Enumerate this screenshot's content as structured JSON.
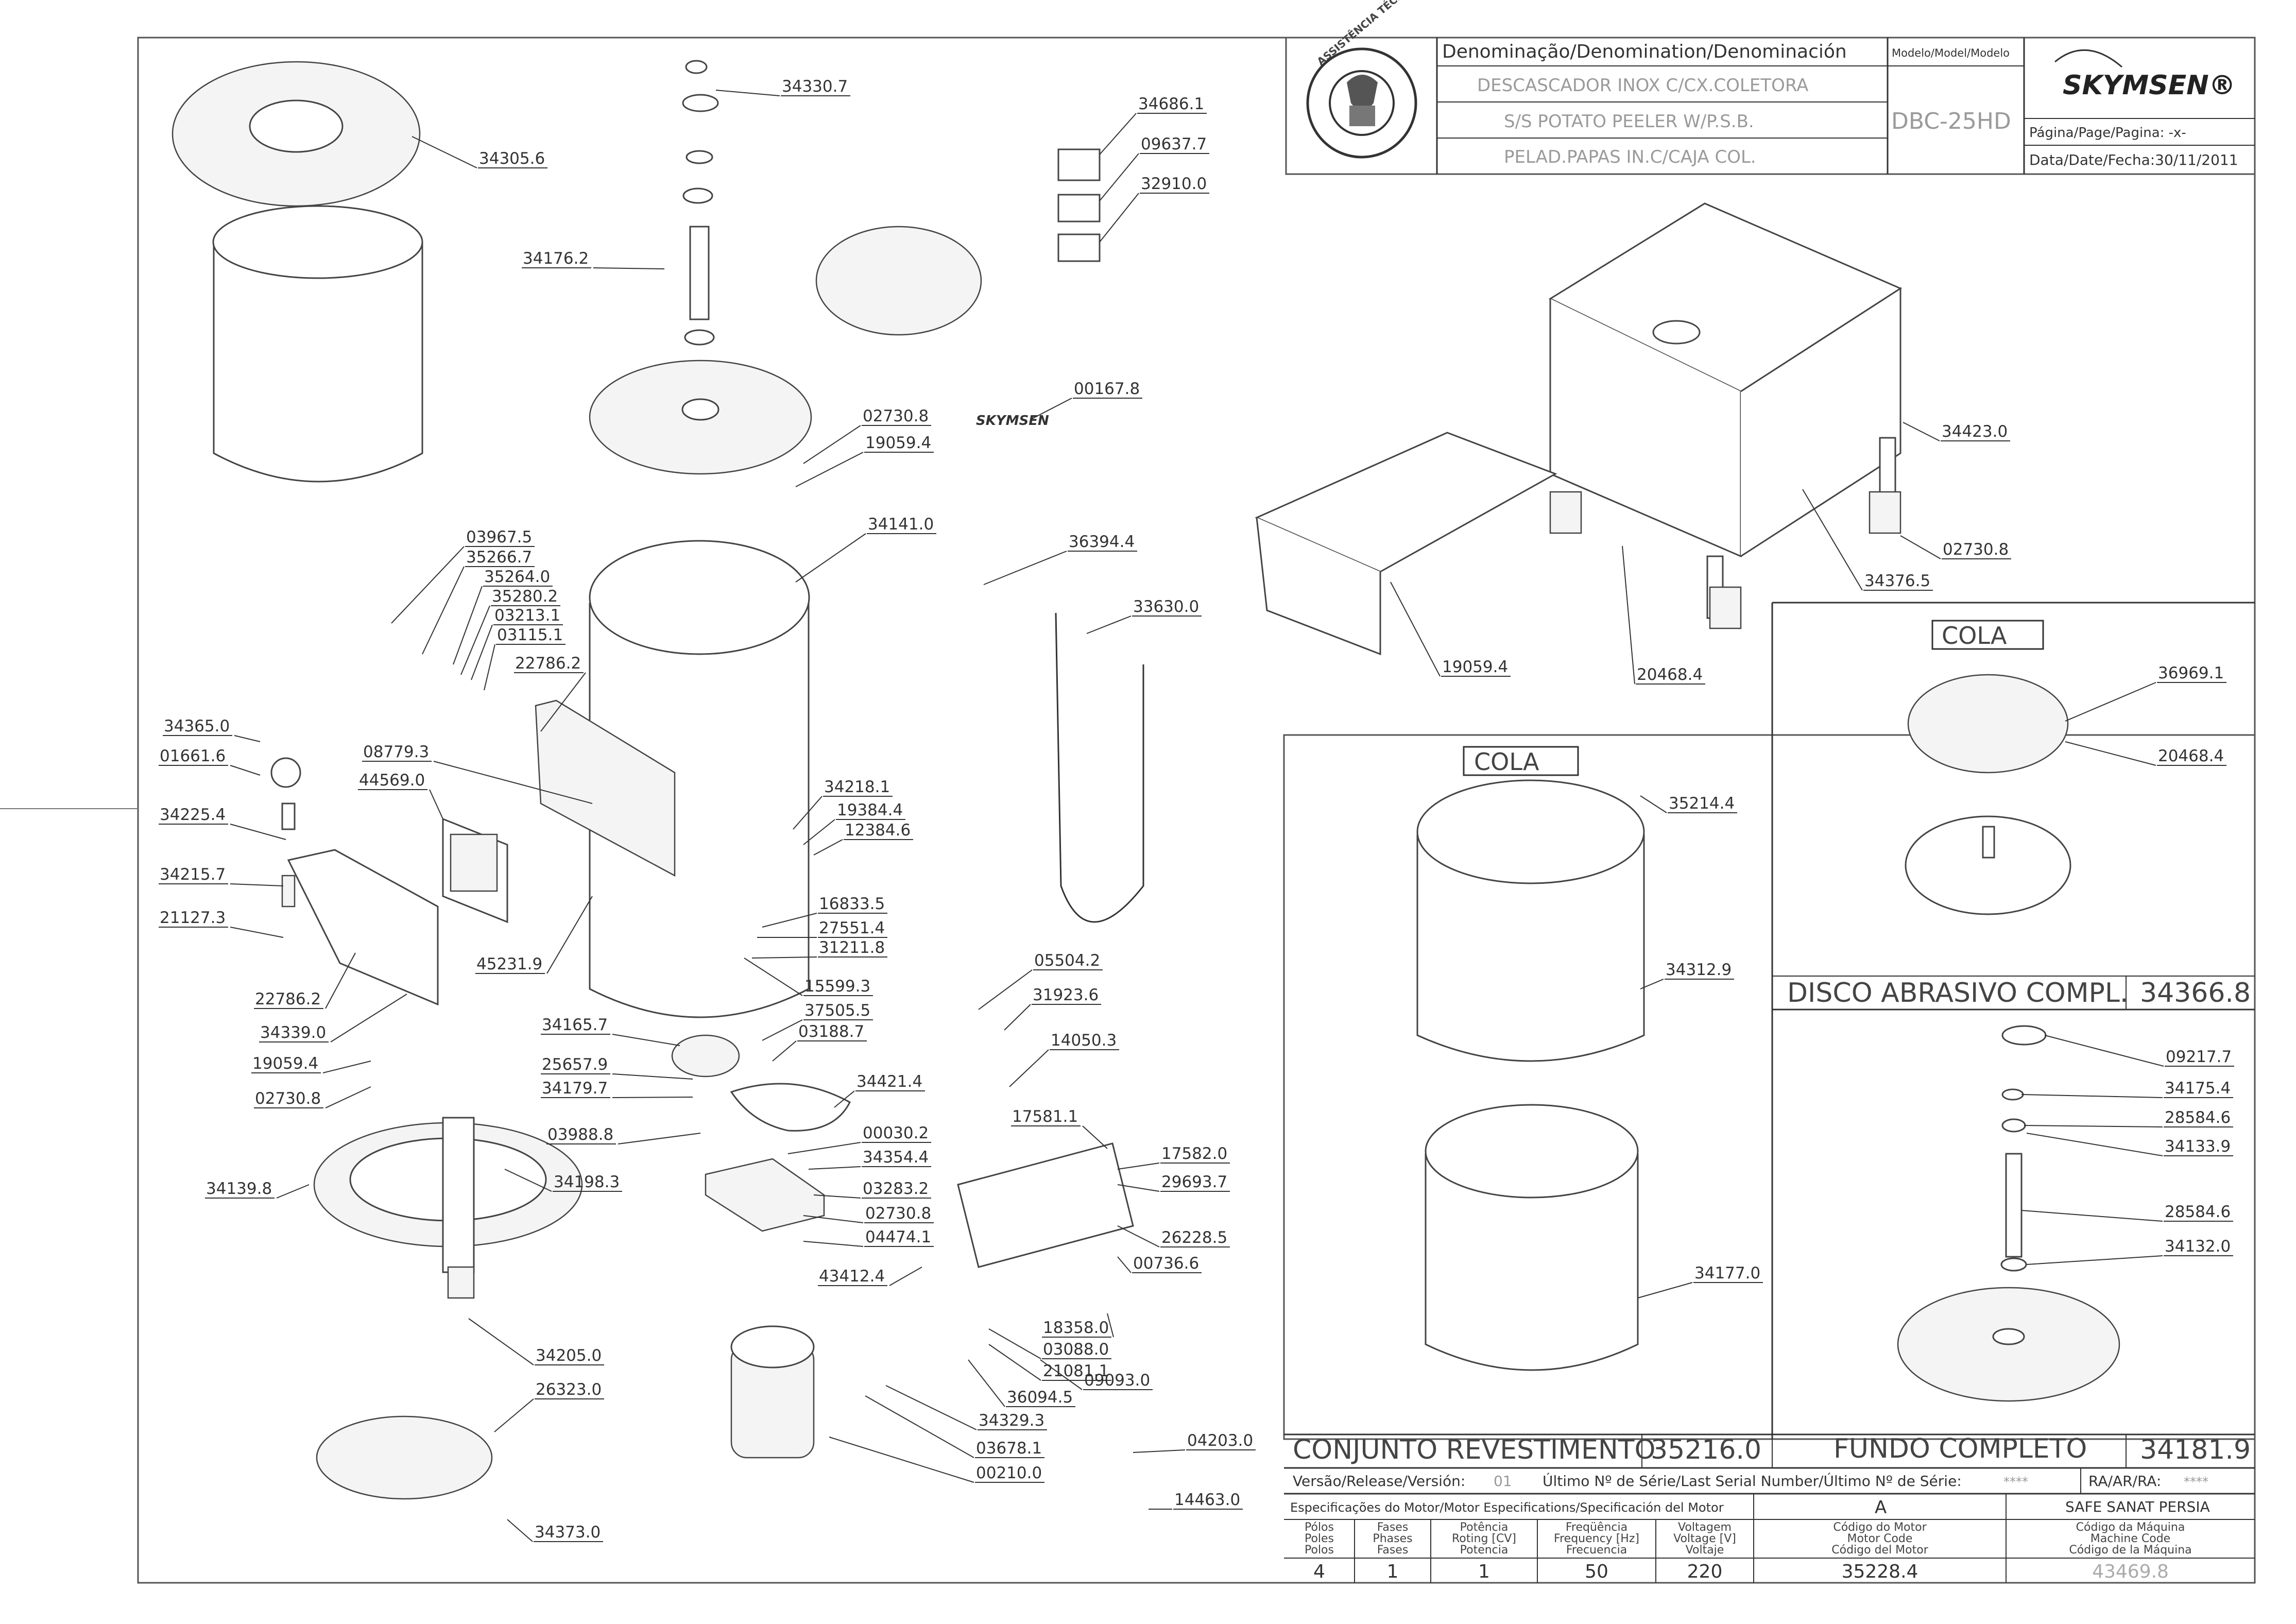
{
  "title_block": {
    "denomination_header": "Denominação/Denomination/Denominación",
    "model_header": "Modelo/Model/Modelo",
    "name_pt": "DESCASCADOR INOX C/CX.COLETORA",
    "name_en": "S/S POTATO PEELER W/P.S.B.",
    "name_es": "PELAD.PAPAS IN.C/CAJA COL.",
    "model": "DBC-25HD",
    "brand": "SKYMSEN®",
    "page": "Página/Page/Pagina: -x-",
    "date": "Data/Date/Fecha:30/11/2011",
    "seal_text": "ASSISTÊNCIA TÉCNICA AUTORIZADA"
  },
  "labels": [
    "34330.7",
    "34305.6",
    "34176.2",
    "34686.1",
    "09637.7",
    "32910.0",
    "00167.8",
    "02730.8",
    "19059.4",
    "34141.0",
    "36394.4",
    "33630.0",
    "03967.5",
    "35266.7",
    "35264.0",
    "35280.2",
    "03213.1",
    "03115.1",
    "22786.2",
    "34365.0",
    "01661.6",
    "08779.3",
    "44569.0",
    "34218.1",
    "19384.4",
    "12384.6",
    "34225.4",
    "34215.7",
    "21127.3",
    "16833.5",
    "27551.4",
    "31211.8",
    "45231.9",
    "15599.3",
    "22786.2",
    "34339.0",
    "34165.7",
    "37505.5",
    "03188.7",
    "25657.9",
    "34179.7",
    "19059.4",
    "02730.8",
    "34421.4",
    "03988.8",
    "00030.2",
    "34354.4",
    "34139.8",
    "34198.3",
    "03283.2",
    "02730.8",
    "04474.1",
    "43412.4",
    "05504.2",
    "31923.6",
    "14050.3",
    "17581.1",
    "17582.0",
    "29693.7",
    "26228.5",
    "00736.6",
    "18358.0",
    "03088.0",
    "21081.1",
    "09093.0",
    "36094.5",
    "34329.3",
    "34205.0",
    "26323.0",
    "03678.1",
    "00210.0",
    "04203.0",
    "14463.0",
    "34373.0",
    "34423.0",
    "02730.8",
    "34376.5",
    "19059.4",
    "20468.4",
    "36969.1",
    "20468.4",
    "35214.4",
    "34312.9",
    "34177.0",
    "09217.7",
    "34175.4",
    "28584.6",
    "34133.9",
    "28584.6",
    "34132.0"
  ],
  "boxes": {
    "cola_right": "COLA",
    "cola_center": "COLA",
    "disco_title": "DISCO ABRASIVO COMPL.",
    "disco_code": "34366.8",
    "conjunto_title": "CONJUNTO REVESTIMENTO",
    "conjunto_code": "35216.0",
    "fundo_title": "FUNDO COMPLETO",
    "fundo_code": "34181.9"
  },
  "footer": {
    "version_label": "Versão/Release/Versión:",
    "version_value": "01",
    "serial_label": "Último Nº de Série/Last Serial Number/Último Nº de Série:",
    "serial_value": "****",
    "ra_label": "RA/AR/RA:",
    "ra_value": "****",
    "motor_spec_label": "Especificações do Motor/Motor Especifications/Specificación del Motor",
    "motor_letter": "A",
    "client": "SAFE SANAT PERSIA",
    "columns": [
      {
        "header": [
          "Pólos",
          "Poles",
          "Polos"
        ],
        "value": "4"
      },
      {
        "header": [
          "Fases",
          "Phases",
          "Fases"
        ],
        "value": "1"
      },
      {
        "header": [
          "Potência",
          "Roting [CV]",
          "Potencia"
        ],
        "value": "1"
      },
      {
        "header": [
          "Freqüência",
          "Frequency [Hz]",
          "Frecuencia"
        ],
        "value": "50"
      },
      {
        "header": [
          "Voltagem",
          "Voltage [V]",
          "Voltaje"
        ],
        "value": "220"
      },
      {
        "header": [
          "Código do Motor",
          "Motor Code",
          "Código del Motor"
        ],
        "value": "35228.4"
      },
      {
        "header": [
          "Código da Máquina",
          "Machine Code",
          "Código de la Máquina"
        ],
        "value": "43469.8"
      }
    ]
  }
}
